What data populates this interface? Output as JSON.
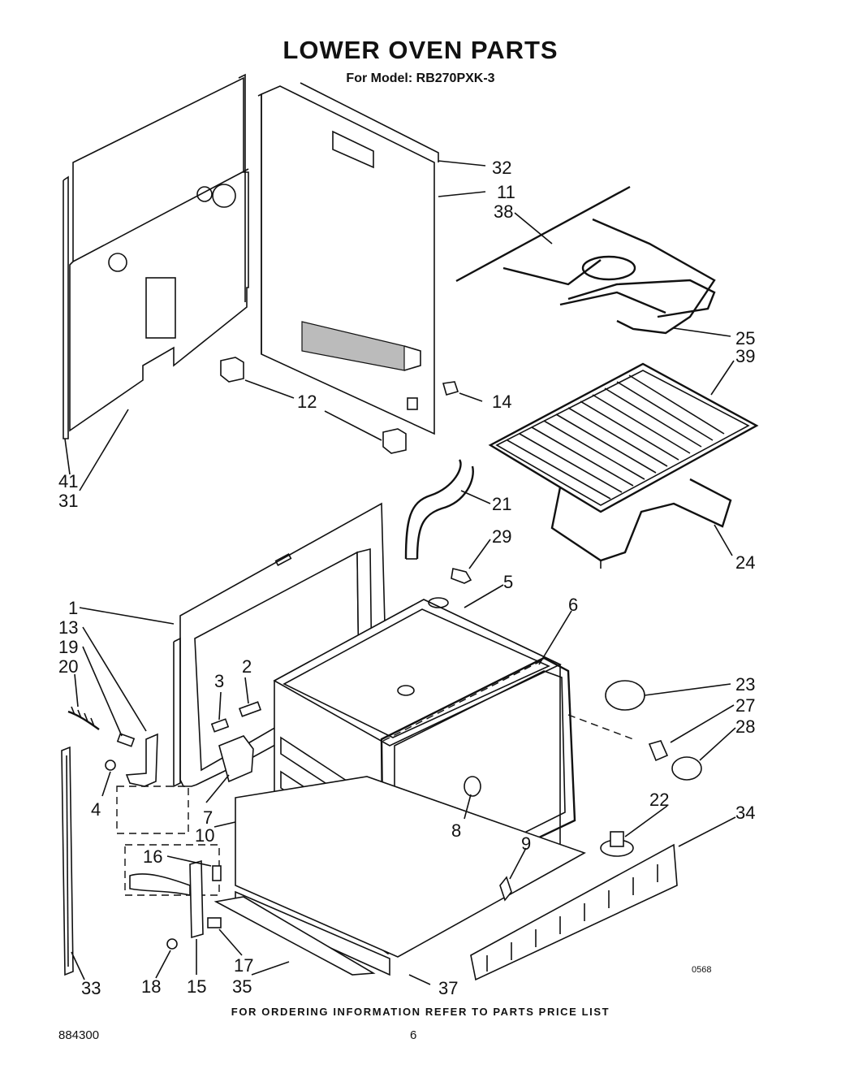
{
  "title": "LOWER OVEN PARTS",
  "subtitle": "For Model: RB270PXK-3",
  "footer": "FOR ORDERING INFORMATION REFER TO PARTS PRICE LIST",
  "doc_number": "884300",
  "page_number": "6",
  "drawing_code": "0568",
  "callouts": {
    "p1": "1",
    "p2": "2",
    "p3": "3",
    "p4": "4",
    "p5": "5",
    "p6": "6",
    "p7": "7",
    "p8": "8",
    "p9": "9",
    "p10": "10",
    "p11": "11",
    "p12": "12",
    "p13": "13",
    "p14": "14",
    "p15": "15",
    "p16": "16",
    "p17": "17",
    "p18": "18",
    "p19": "19",
    "p20": "20",
    "p21": "21",
    "p22": "22",
    "p23": "23",
    "p24": "24",
    "p25": "25",
    "p27": "27",
    "p28": "28",
    "p29": "29",
    "p31": "31",
    "p32": "32",
    "p33": "33",
    "p34": "34",
    "p35": "35",
    "p37": "37",
    "p38": "38",
    "p39": "39",
    "p41": "41"
  }
}
